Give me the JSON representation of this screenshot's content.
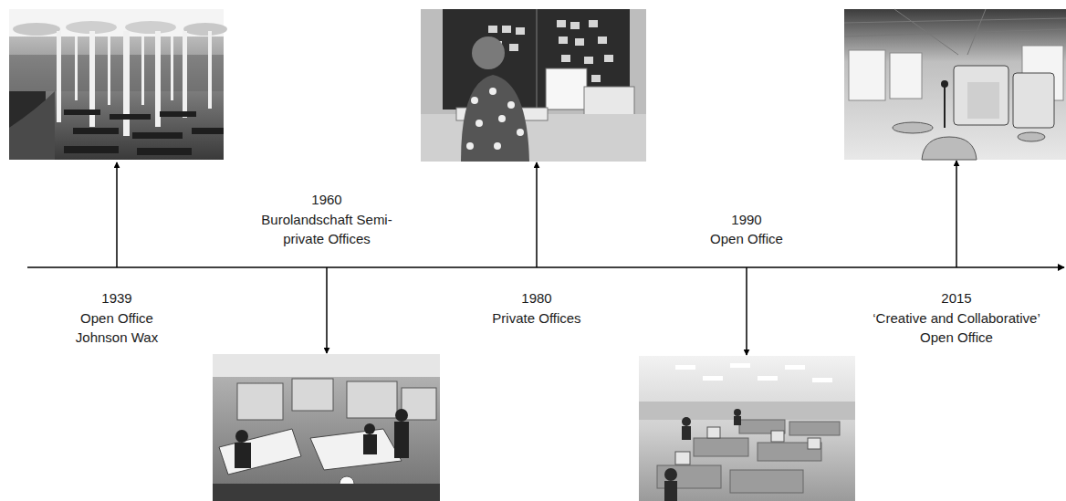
{
  "diagram": {
    "labels": [
      "1939",
      "Open Office Johnson Wax",
      "1960",
      "Burolandschaft Semi-private Offices",
      "1980",
      "Private Offices",
      "1990",
      "Open Office",
      "2015",
      "‘Creative and Collaborative’ Open Office"
    ]
  }
}
